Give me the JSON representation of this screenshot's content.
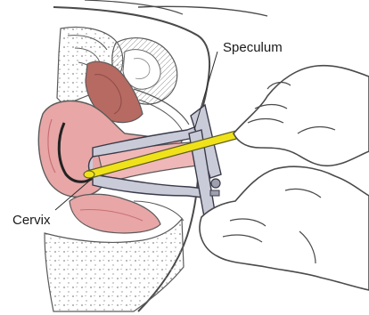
{
  "labels": {
    "speculum": "Speculum",
    "cervix": "Cervix"
  },
  "colors": {
    "outline": "#4a4a4a",
    "uterus_pink": "#e8a6a6",
    "uterus_dark": "#c96f74",
    "bladder_tissue": "#b66a62",
    "speculum_metal": "#c9cbd8",
    "swab_yellow": "#efe21a",
    "hatch_gray": "#8a8a8a",
    "skin": "#ffffff"
  },
  "icons": [
    "uterus-illustration",
    "speculum-illustration",
    "gloved-hand-illustration",
    "swab-illustration"
  ]
}
